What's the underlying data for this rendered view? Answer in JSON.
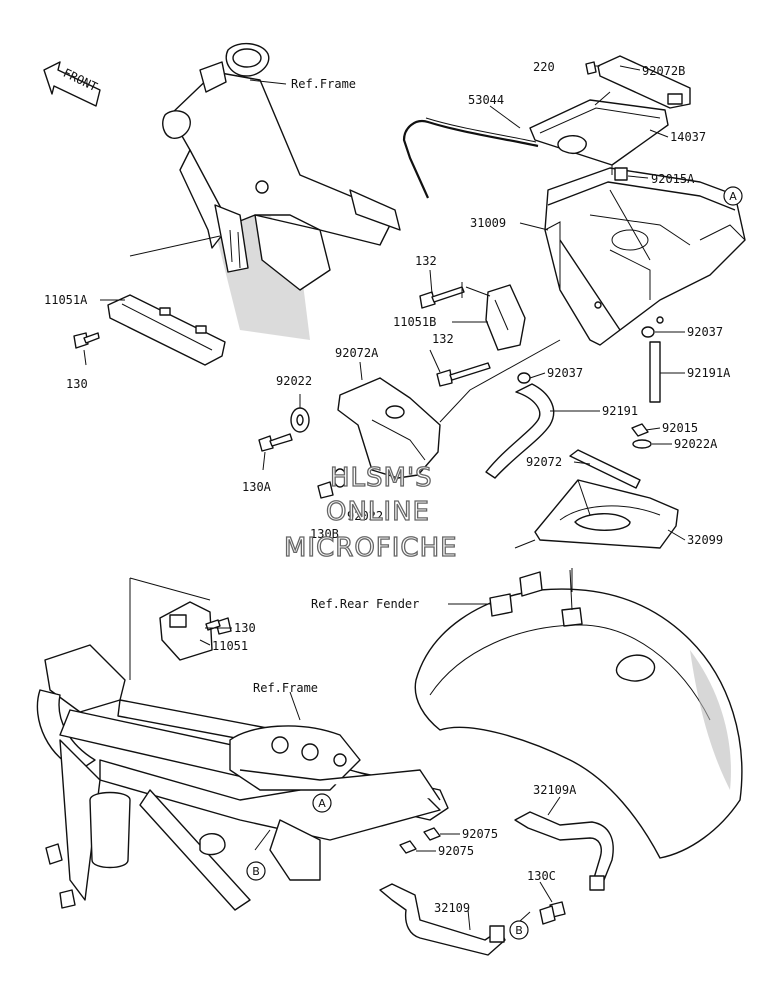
{
  "front_arrow": {
    "label": "FRONT"
  },
  "watermark": {
    "line1": "HLSM'S",
    "line2": "ONLINE",
    "line3": "MICROFICHE"
  },
  "callouts": {
    "a_top": "A",
    "a_bottom": "A",
    "b_left": "B",
    "b_right": "B"
  },
  "part_labels": {
    "ref_frame_top": "Ref.Frame",
    "p220": "220",
    "p92072B": "92072B",
    "p53044": "53044",
    "p14037": "14037",
    "p92015A": "92015A",
    "p31009": "31009",
    "p132_a": "132",
    "p11051A": "11051A",
    "p11051B": "11051B",
    "p132_b": "132",
    "p92037_a": "92037",
    "p92072A": "92072A",
    "p130": "130",
    "p92191A": "92191A",
    "p92037_b": "92037",
    "p92022": "92022",
    "p92191": "92191",
    "p92015": "92015",
    "p92022A": "92022A",
    "p130A": "130A",
    "p92072": "92072",
    "p92022_b": "92022",
    "p130B": "130B",
    "p32099": "32099",
    "ref_rear_fender": "Ref.Rear Fender",
    "p130_b": "130",
    "p11051": "11051",
    "ref_frame_bottom": "Ref.Frame",
    "p32109A": "32109A",
    "p92075_a": "92075",
    "p92075_b": "92075",
    "p130C": "130C",
    "p32109": "32109"
  }
}
